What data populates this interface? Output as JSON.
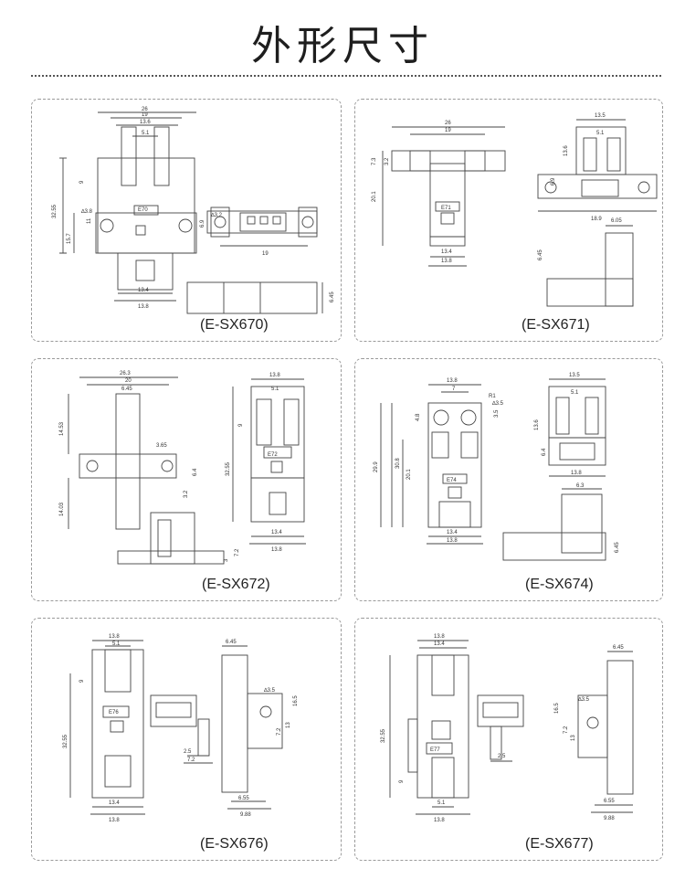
{
  "page": {
    "title": "外形尺寸"
  },
  "panels": [
    {
      "caption": "(E-SX670)",
      "dims": {
        "w1": "26",
        "w2": "19",
        "w3": "13.6",
        "w4": "5.1",
        "h1": "32.55",
        "h2": "15.7",
        "h3": "9",
        "h4": "11",
        "hole": "∆3.8",
        "b1": "13.4",
        "b2": "13.8",
        "s1": "∆3.2",
        "s2": "19",
        "s3": "6.9",
        "s4": "6.45",
        "part": "E70"
      }
    },
    {
      "caption": "(E-SX671)",
      "dims": {
        "w1": "26",
        "w2": "19",
        "h1": "7.3",
        "h2": "3.2",
        "h3": "20.1",
        "b1": "13.4",
        "b2": "13.8",
        "t1": "13.5",
        "t2": "5.1",
        "t3": "13.6",
        "t4": "6.9",
        "t5": "18.9",
        "s1": "6.05",
        "s2": "6.45",
        "part": "E71"
      }
    },
    {
      "caption": "(E-SX672)",
      "dims": {
        "w1": "26.3",
        "w2": "20",
        "w3": "6.45",
        "h1": "14.53",
        "h2": "14.03",
        "s1": "3.65",
        "s2": "6.4",
        "s3": "3.2",
        "r1": "13.8",
        "r2": "5.1",
        "r3": "9",
        "r4": "32.55",
        "b1": "13.4",
        "b2": "13.8",
        "c1": "3",
        "c2": "7.2",
        "part": "E72"
      }
    },
    {
      "caption": "(E-SX674)",
      "dims": {
        "w1": "13.8",
        "w2": "7",
        "h1": "4.8",
        "h2": "30.8",
        "h3": "29.9",
        "h4": "20.1",
        "hole1": "R1",
        "hole2": "∆3.5",
        "s1": "3.5",
        "b1": "13.4",
        "b2": "13.8",
        "t1": "13.5",
        "t2": "5.1",
        "t3": "13.6",
        "t4": "6.4",
        "t5": "13.8",
        "x1": "6.3",
        "x2": "6.45",
        "part": "E74"
      }
    },
    {
      "caption": "(E-SX676)",
      "dims": {
        "w1": "13.8",
        "w2": "5.1",
        "h1": "9",
        "h2": "32.55",
        "b1": "13.4",
        "b2": "13.8",
        "m1": "2.5",
        "m2": "7.2",
        "r1": "6.45",
        "r2": "∆3.5",
        "r3": "16.5",
        "r4": "13",
        "r5": "7.2",
        "r6": "6.55",
        "r7": "9.88",
        "part": "E76"
      }
    },
    {
      "caption": "(E-SX677)",
      "dims": {
        "w1": "13.8",
        "w2": "13.4",
        "h1": "32.55",
        "h2": "9",
        "b1": "5.1",
        "b2": "13.8",
        "m1": "2.5",
        "r1": "6.45",
        "r2": "∆3.5",
        "r3": "16.5",
        "r4": "7.2",
        "r5": "13",
        "r6": "6.55",
        "r7": "9.88",
        "part": "E77"
      }
    }
  ]
}
